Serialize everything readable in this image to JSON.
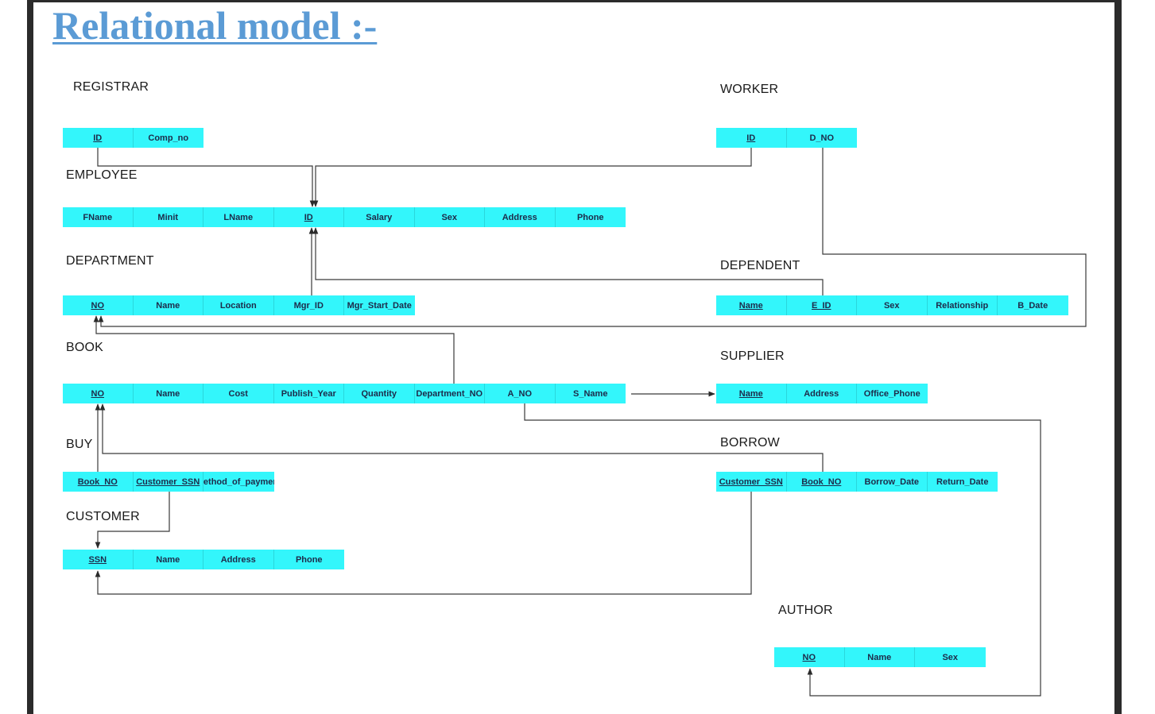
{
  "title": "Relational model :-",
  "tables": {
    "registrar": {
      "name": "REGISTRAR",
      "attributes": [
        {
          "label": "ID",
          "key": true
        },
        {
          "label": "Comp_no",
          "key": false
        }
      ]
    },
    "worker": {
      "name": "WORKER",
      "attributes": [
        {
          "label": "ID",
          "key": true
        },
        {
          "label": "D_NO",
          "key": false
        }
      ]
    },
    "employee": {
      "name": "EMPLOYEE",
      "attributes": [
        {
          "label": "FName",
          "key": false
        },
        {
          "label": "Minit",
          "key": false
        },
        {
          "label": "LName",
          "key": false
        },
        {
          "label": "ID",
          "key": true
        },
        {
          "label": "Salary",
          "key": false
        },
        {
          "label": "Sex",
          "key": false
        },
        {
          "label": "Address",
          "key": false
        },
        {
          "label": "Phone",
          "key": false
        }
      ]
    },
    "department": {
      "name": "DEPARTMENT",
      "attributes": [
        {
          "label": "NO",
          "key": true
        },
        {
          "label": "Name",
          "key": false
        },
        {
          "label": "Location",
          "key": false
        },
        {
          "label": "Mgr_ID",
          "key": false
        },
        {
          "label": "Mgr_Start_Date",
          "key": false
        }
      ]
    },
    "dependent": {
      "name": "DEPENDENT",
      "attributes": [
        {
          "label": "Name",
          "key": true
        },
        {
          "label": "E_ID",
          "key": true
        },
        {
          "label": "Sex",
          "key": false
        },
        {
          "label": "Relationship",
          "key": false
        },
        {
          "label": "B_Date",
          "key": false
        }
      ]
    },
    "book": {
      "name": "BOOK",
      "attributes": [
        {
          "label": "NO",
          "key": true
        },
        {
          "label": "Name",
          "key": false
        },
        {
          "label": "Cost",
          "key": false
        },
        {
          "label": "Publish_Year",
          "key": false
        },
        {
          "label": "Quantity",
          "key": false
        },
        {
          "label": "Department_NO",
          "key": false
        },
        {
          "label": "A_NO",
          "key": false
        },
        {
          "label": "S_Name",
          "key": false
        }
      ]
    },
    "supplier": {
      "name": "SUPPLIER",
      "attributes": [
        {
          "label": "Name",
          "key": true
        },
        {
          "label": "Address",
          "key": false
        },
        {
          "label": "Office_Phone",
          "key": false
        }
      ]
    },
    "buy": {
      "name": "BUY",
      "attributes": [
        {
          "label": "Book_NO",
          "key": true
        },
        {
          "label": "Customer_SSN",
          "key": true
        },
        {
          "label": "Method_of_payment",
          "key": false
        }
      ]
    },
    "borrow": {
      "name": "BORROW",
      "attributes": [
        {
          "label": "Customer_SSN",
          "key": true
        },
        {
          "label": "Book_NO",
          "key": true
        },
        {
          "label": "Borrow_Date",
          "key": false
        },
        {
          "label": "Return_Date",
          "key": false
        }
      ]
    },
    "customer": {
      "name": "CUSTOMER",
      "attributes": [
        {
          "label": "SSN",
          "key": true
        },
        {
          "label": "Name",
          "key": false
        },
        {
          "label": "Address",
          "key": false
        },
        {
          "label": "Phone",
          "key": false
        }
      ]
    },
    "author": {
      "name": "AUTHOR",
      "attributes": [
        {
          "label": "NO",
          "key": true
        },
        {
          "label": "Name",
          "key": false
        },
        {
          "label": "Sex",
          "key": false
        }
      ]
    }
  },
  "colors": {
    "cell": "#33f6fb",
    "title": "#5b9bd5",
    "line": "#3a3a3a"
  }
}
